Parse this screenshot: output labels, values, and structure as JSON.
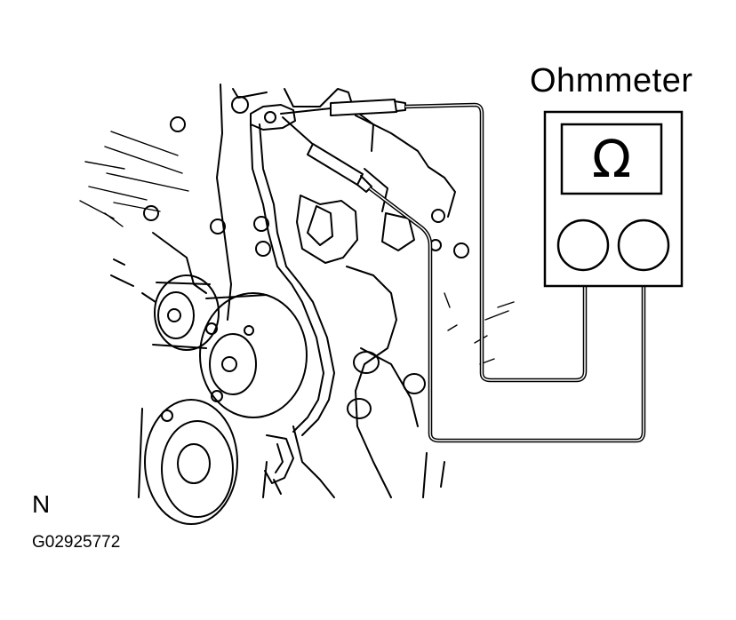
{
  "meter": {
    "title": "Ohmmeter",
    "symbol": "Ω"
  },
  "figure": {
    "view_letter": "N",
    "code": "G02925772"
  },
  "icons": [
    "omega-icon",
    "probe-icon",
    "engine-drawing"
  ]
}
